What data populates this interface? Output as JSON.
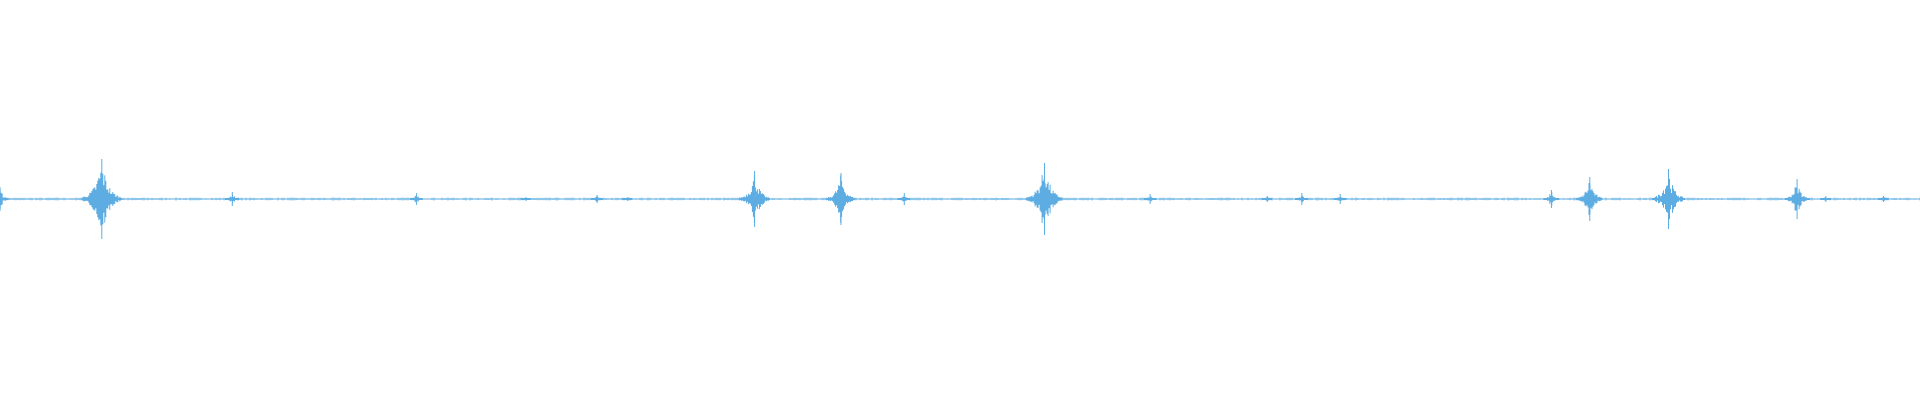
{
  "chart_data": {
    "type": "waveform",
    "title": "",
    "xlabel": "",
    "ylabel": "",
    "x_range": [
      0,
      1
    ],
    "amplitude_range": [
      -1,
      1
    ],
    "grid": false,
    "legend": "none",
    "color": "#5DADE2",
    "baseline_amplitude": 0.012,
    "events": [
      {
        "pos": 0.0,
        "amp": 0.12
      },
      {
        "pos": 0.053,
        "amp": 0.4
      },
      {
        "pos": 0.121,
        "amp": 0.07
      },
      {
        "pos": 0.217,
        "amp": 0.06
      },
      {
        "pos": 0.274,
        "amp": 0.02
      },
      {
        "pos": 0.311,
        "amp": 0.04
      },
      {
        "pos": 0.327,
        "amp": 0.02
      },
      {
        "pos": 0.393,
        "amp": 0.28
      },
      {
        "pos": 0.438,
        "amp": 0.26
      },
      {
        "pos": 0.471,
        "amp": 0.06
      },
      {
        "pos": 0.544,
        "amp": 0.36
      },
      {
        "pos": 0.599,
        "amp": 0.05
      },
      {
        "pos": 0.66,
        "amp": 0.03
      },
      {
        "pos": 0.678,
        "amp": 0.06
      },
      {
        "pos": 0.698,
        "amp": 0.05
      },
      {
        "pos": 0.808,
        "amp": 0.09
      },
      {
        "pos": 0.828,
        "amp": 0.22
      },
      {
        "pos": 0.869,
        "amp": 0.3
      },
      {
        "pos": 0.936,
        "amp": 0.2
      },
      {
        "pos": 0.951,
        "amp": 0.03
      },
      {
        "pos": 0.981,
        "amp": 0.03
      }
    ]
  }
}
